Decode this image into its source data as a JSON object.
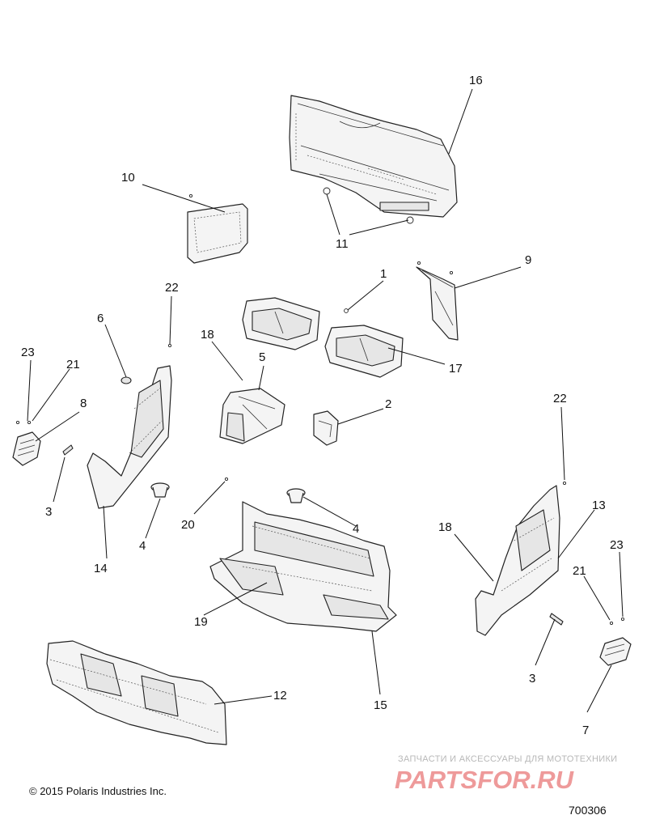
{
  "callouts": [
    {
      "id": "c1",
      "text": "1"
    },
    {
      "id": "c2",
      "text": "2"
    },
    {
      "id": "c3a",
      "text": "3"
    },
    {
      "id": "c3b",
      "text": "3"
    },
    {
      "id": "c4a",
      "text": "4"
    },
    {
      "id": "c4b",
      "text": "4"
    },
    {
      "id": "c5",
      "text": "5"
    },
    {
      "id": "c6",
      "text": "6"
    },
    {
      "id": "c7",
      "text": "7"
    },
    {
      "id": "c8",
      "text": "8"
    },
    {
      "id": "c9",
      "text": "9"
    },
    {
      "id": "c10",
      "text": "10"
    },
    {
      "id": "c11",
      "text": "11"
    },
    {
      "id": "c12",
      "text": "12"
    },
    {
      "id": "c13",
      "text": "13"
    },
    {
      "id": "c14",
      "text": "14"
    },
    {
      "id": "c15",
      "text": "15"
    },
    {
      "id": "c16",
      "text": "16"
    },
    {
      "id": "c17",
      "text": "17"
    },
    {
      "id": "c18a",
      "text": "18"
    },
    {
      "id": "c18b",
      "text": "18"
    },
    {
      "id": "c19",
      "text": "19"
    },
    {
      "id": "c20",
      "text": "20"
    },
    {
      "id": "c21a",
      "text": "21"
    },
    {
      "id": "c21b",
      "text": "21"
    },
    {
      "id": "c22a",
      "text": "22"
    },
    {
      "id": "c22b",
      "text": "22"
    },
    {
      "id": "c23a",
      "text": "23"
    },
    {
      "id": "c23b",
      "text": "23"
    }
  ],
  "labels": {
    "c1": "1",
    "c2": "2",
    "c3a": "3",
    "c3b": "3",
    "c4a": "4",
    "c4b": "4",
    "c5": "5",
    "c6": "6",
    "c7": "7",
    "c8": "8",
    "c9": "9",
    "c10": "10",
    "c11": "11",
    "c12": "12",
    "c13": "13",
    "c14": "14",
    "c15": "15",
    "c16": "16",
    "c17": "17",
    "c18a": "18",
    "c18b": "18",
    "c19": "19",
    "c20": "20",
    "c21a": "21",
    "c21b": "21",
    "c22a": "22",
    "c22b": "22",
    "c23a": "23",
    "c23b": "23"
  },
  "footer": {
    "copyright": "© 2015 Polaris Industries Inc.",
    "drawing_number": "700306"
  },
  "watermark": {
    "subtitle": "ЗАПЧАСТИ И АКСЕССУАРЫ ДЛЯ МОТОТЕХНИКИ",
    "logo_text": "PARTSFOR.RU",
    "color": "#e06060"
  },
  "colors": {
    "line": "#222222",
    "part_fill": "#f4f4f4",
    "background": "#ffffff"
  }
}
